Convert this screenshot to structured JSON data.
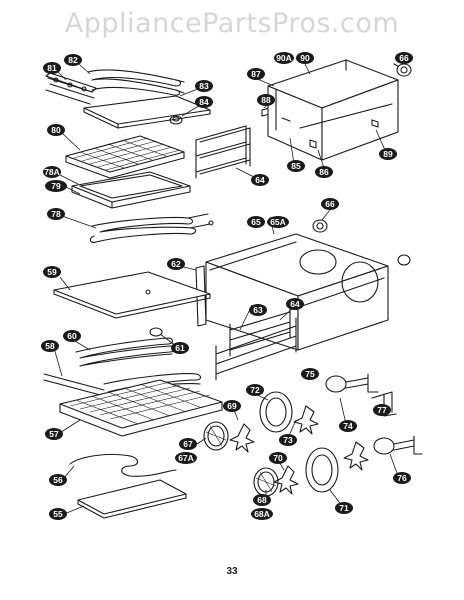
{
  "watermark": "AppliancePartsPros.com",
  "page_number": "33",
  "callouts": [
    "55",
    "56",
    "57",
    "58",
    "59",
    "60",
    "61",
    "62",
    "63",
    "64",
    "65",
    "65A",
    "66",
    "67",
    "67A",
    "68",
    "68A",
    "69",
    "70",
    "71",
    "72",
    "73",
    "74",
    "75",
    "76",
    "77",
    "78",
    "78A",
    "79",
    "80",
    "81",
    "82",
    "83",
    "84",
    "85",
    "86",
    "87",
    "88",
    "89",
    "90",
    "90A"
  ]
}
